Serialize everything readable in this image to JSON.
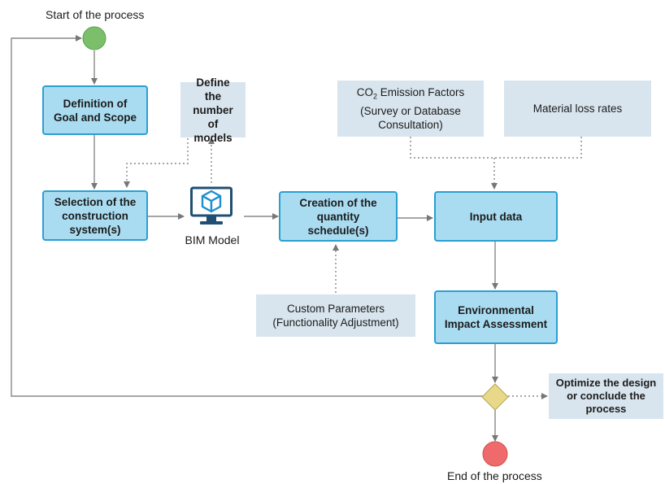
{
  "labels": {
    "start": "Start of the process",
    "end": "End of the process",
    "bim": "BIM Model"
  },
  "nodes": {
    "goal": "Definition of\nGoal and Scope",
    "selection": "Selection of the\nconstruction\nsystem(s)",
    "quantity": "Creation of the\nquantity schedule(s)",
    "input": "Input data",
    "impact": "Environmental\nImpact Assessment"
  },
  "notes": {
    "models": "Define the\nnumber of\nmodels",
    "co2_prefix": "CO",
    "co2_sub": "2",
    "co2_rest": " Emission Factors",
    "co2_line2": "(Survey or Database\nConsultation)",
    "loss": "Material loss rates",
    "custom": "Custom Parameters\n(Functionality Adjustment)",
    "optimize": "Optimize the design\nor conclude the\nprocess"
  },
  "colors": {
    "process_fill": "#a9dcf1",
    "process_border": "#2a9fd1",
    "note_fill": "#d8e5ee",
    "start_event": "#7cbf6a",
    "end_event": "#ef6b6b",
    "gateway": "#e8d98a",
    "connector": "#777777",
    "bim_icon": "#1f4f73",
    "bim_cube": "#1e8fd0"
  },
  "icons": {
    "bim": "monitor-cube-icon"
  }
}
